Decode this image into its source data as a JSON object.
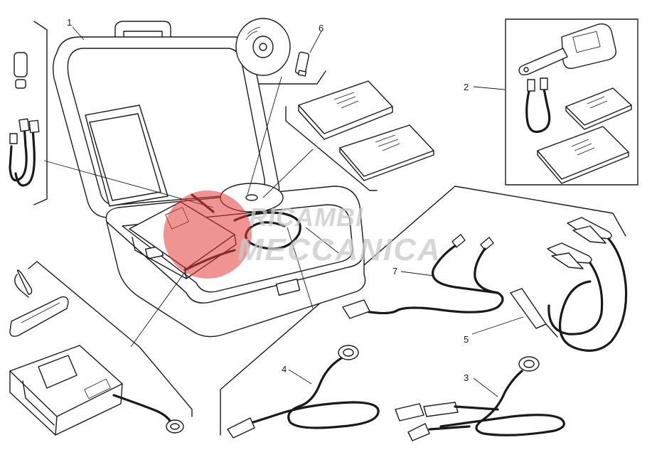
{
  "callouts": [
    {
      "id": "1",
      "label": "1"
    },
    {
      "id": "2",
      "label": "2"
    },
    {
      "id": "3",
      "label": "3"
    },
    {
      "id": "4",
      "label": "4"
    },
    {
      "id": "5",
      "label": "5"
    },
    {
      "id": "6",
      "label": "6"
    },
    {
      "id": "7",
      "label": "7"
    }
  ],
  "watermark": {
    "line1": "RICAMBI",
    "line2": "MECCANICA",
    "color": "#e23a3a"
  }
}
